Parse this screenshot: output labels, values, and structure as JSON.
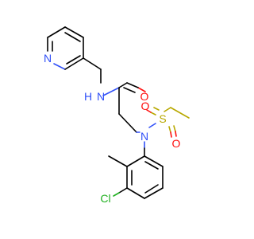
{
  "molecule": {
    "atoms": {
      "pyridine_n": {
        "symbol": "N",
        "color": "#3050F8"
      },
      "amide_n": {
        "symbol": "N",
        "color": "#3050F8"
      },
      "amide_h": {
        "symbol": "H",
        "color": "#3050F8"
      },
      "amide_o": {
        "symbol": "O",
        "color": "#FF0D0D"
      },
      "sulfonamide_n": {
        "symbol": "N",
        "color": "#3050F8"
      },
      "sulfur": {
        "symbol": "S",
        "color": "#B8A800"
      },
      "sulfonyl_o1": {
        "symbol": "O",
        "color": "#FF0D0D"
      },
      "sulfonyl_o2": {
        "symbol": "O",
        "color": "#FF0D0D"
      },
      "chlorine": {
        "symbol": "Cl",
        "color": "#1FB01F"
      }
    }
  }
}
